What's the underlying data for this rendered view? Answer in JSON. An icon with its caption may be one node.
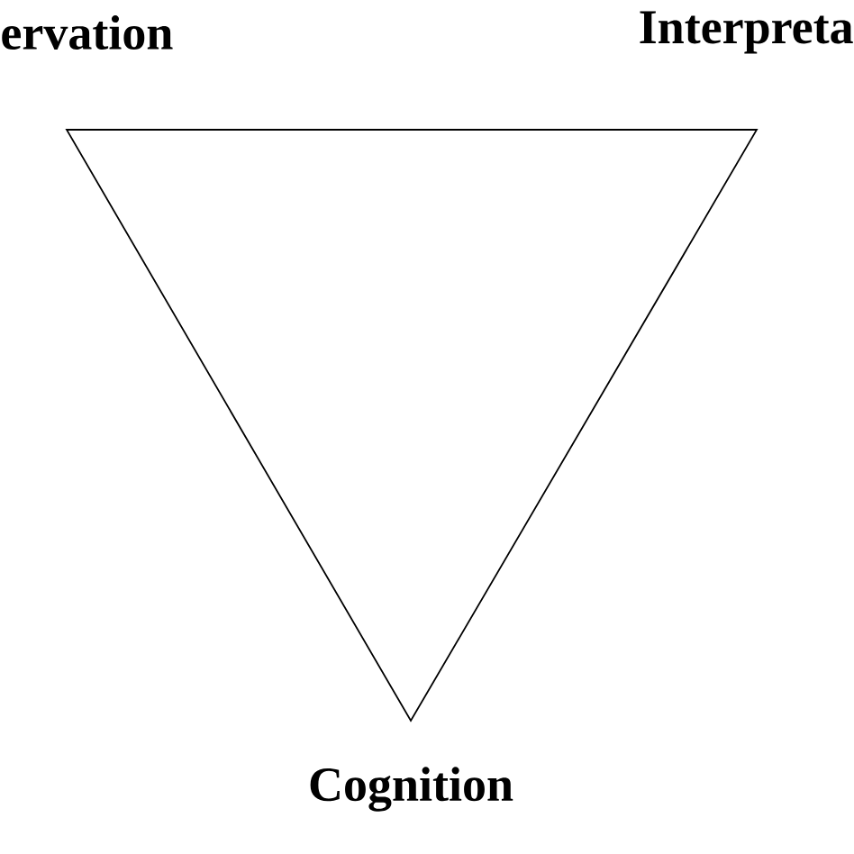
{
  "diagram": {
    "labels": [
      "ervation",
      "Interpreta",
      "Cognition"
    ]
  }
}
